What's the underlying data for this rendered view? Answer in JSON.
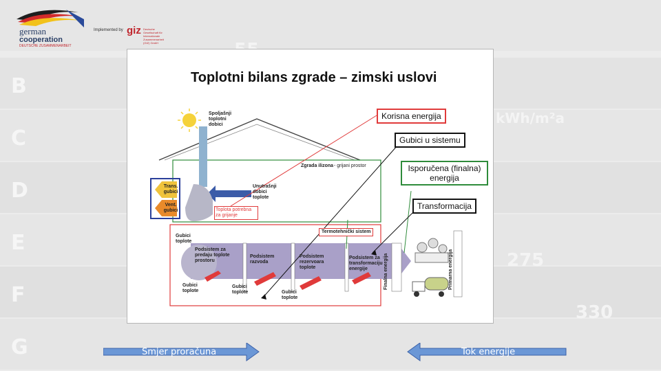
{
  "background": {
    "letters": [
      "B",
      "C",
      "D",
      "E",
      "F",
      "G"
    ],
    "values": [
      "55",
      "kWh/m²a",
      "275",
      "330"
    ],
    "band_colors": [
      "#e2e2e2",
      "#e6e6e6",
      "#e0e0e0",
      "#e6e6e6",
      "#dedede",
      "#e8e8e8",
      "#e0e0e0"
    ]
  },
  "header": {
    "logo_text": "german",
    "logo_text2": "cooperation",
    "logo_line": "DEUTSCHE ZUSAMMENARBEIT",
    "implemented_by": "Implemented by",
    "giz": "giz",
    "giz_sub": "Deutsche Gesellschaft für Internationale Zusammenarbeit (GIZ) GmbH"
  },
  "diagram": {
    "title": "Toplotni bilans zgrade – zimski uslovi",
    "labels": {
      "spoljasnji": "Spoljašnji toplotni dobici",
      "trans": "Trans. gubici",
      "vent": "Vent. gubici",
      "unutrasnji": "Unutrašnji dobici toplote",
      "toplota_potrebna": "Toplota potrebna za grijanje",
      "zgrada": "Zgrada ilizona",
      "grijani": "- grijani prostor",
      "termotehnicki": "Termotehnički sistem",
      "gubici_toplote_1": "Gubici toplote",
      "podsistem_predaja": "Podsistem za predaju toplote prostoru",
      "podsistem_razvod": "Podsistem razvoda",
      "podsistem_rezervoar": "Podsistem rezervoara toplote",
      "podsistem_transformacija": "Podsistem za transformaciju energije",
      "gubici_toplote_2": "Gubici toplote",
      "gubici_toplote_3": "Gubici toplote",
      "gubici_toplote_4": "Gubici toplote",
      "finalna": "Finalna energija",
      "primarna": "Primarna energija"
    },
    "callouts": {
      "korisna": "Korisna energija",
      "gubici_sistemu": "Gubici u sistemu",
      "isporucena": "Isporučena (finalna) energija",
      "transformacija": "Transformacija"
    },
    "colors": {
      "red": "#e03a3a",
      "green": "#2e8b3a",
      "blue": "#2a3f9a",
      "purple": "#a9a0c8",
      "yellow": "#f5d23a",
      "orange": "#e98a2a"
    }
  },
  "footer": {
    "left_arrow_label": "Smjer proračuna",
    "right_arrow_label": "Tok energije",
    "arrow_color": "#6b97d6"
  }
}
